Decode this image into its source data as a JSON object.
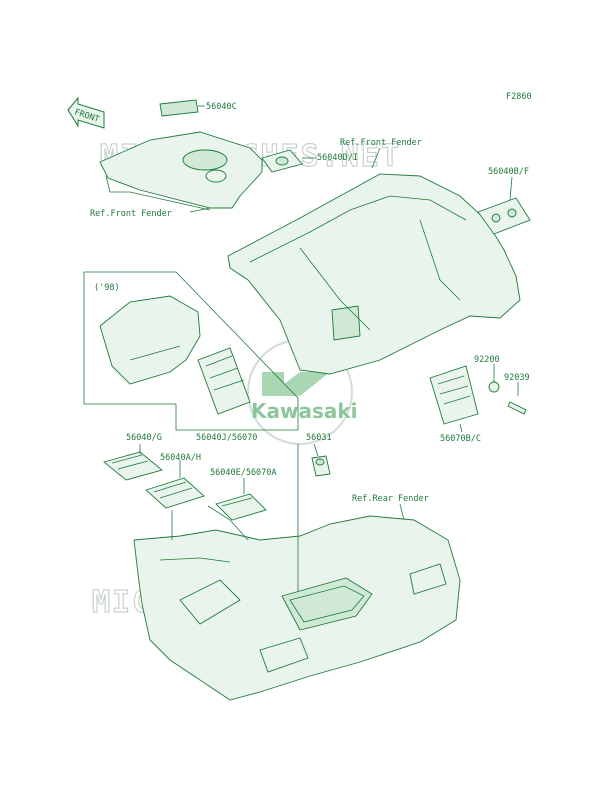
{
  "figure_code": "F2860",
  "front_arrow": "FRONT",
  "watermark": "MICROFICHES.NET",
  "logo": "Kawasaki",
  "year_note": "('98)",
  "labels": {
    "p56040C": "56040C",
    "p56040DI": "56040D/I",
    "refFront1": "Ref.Front Fender",
    "refFront2": "Ref.Front Fender",
    "p56040BF": "56040B/F",
    "p92200": "92200",
    "p92039": "92039",
    "p56070BC": "56070B/C",
    "p56040JG": "56040/G",
    "p56040J56070": "56040J/56070",
    "p56031": "56031",
    "p56040AH": "56040A/H",
    "p56040E56070A": "56040E/56070A",
    "refRear": "Ref.Rear Fender"
  },
  "colors": {
    "line": "#1f7a3a",
    "watermark": "#c9d3cc",
    "logo": "#8cc79b"
  }
}
